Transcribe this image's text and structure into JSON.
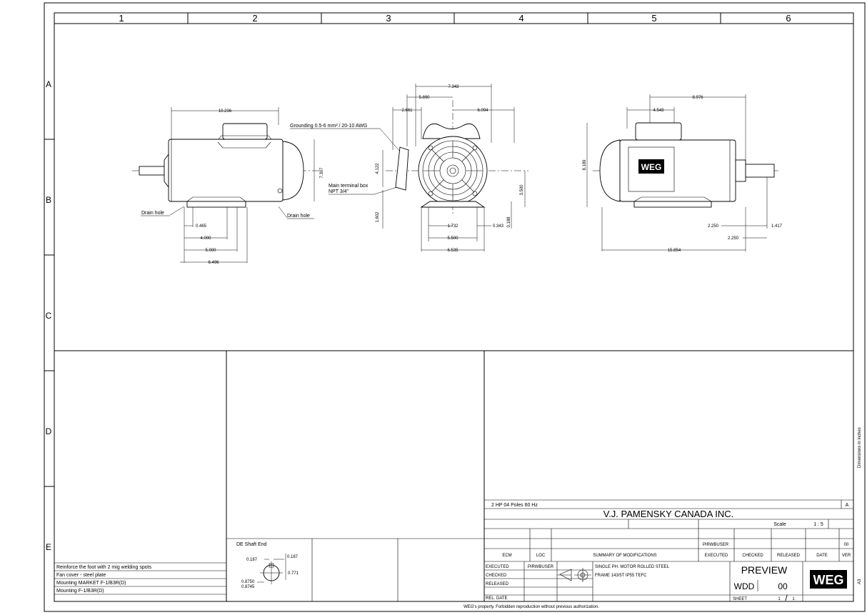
{
  "grid": {
    "columns": [
      "1",
      "2",
      "3",
      "4",
      "5",
      "6"
    ],
    "rows": [
      "A",
      "B",
      "C",
      "D",
      "E"
    ]
  },
  "side_notes": {
    "units": "Dimensions in inches",
    "size": "A3"
  },
  "left_view": {
    "dims": [
      "10.236",
      "7.307",
      "0.465",
      "4.000",
      "5.000",
      "6.496"
    ],
    "drain_left": "Drain hole",
    "drain_right": "Drain hole"
  },
  "front_view": {
    "dims": [
      "7.343",
      "5.890",
      "2.661",
      "6.094",
      "4.122",
      "3.500",
      "1.602",
      "1.732",
      "0.343",
      "0.188",
      "5.500",
      "6.535"
    ],
    "grounding": "Grounding 0.5-6 mm² / 20-10 AWG",
    "terminal_box_line1": "Main terminal box",
    "terminal_box_line2": "NPT 3/4\""
  },
  "right_view": {
    "dims": [
      "8.976",
      "4.543",
      "8.189",
      "2.250",
      "1.417",
      "2.250",
      "15.854"
    ],
    "logo": "WEG"
  },
  "notes": [
    "Reinforce the foot with 2 mig welding spots",
    "Fan cover - steel plate",
    "Mounting MARKET F-1/B3R(D)",
    "Mounting F-1/B3R(D)"
  ],
  "shaft": {
    "title": "DE Shaft End",
    "dims": [
      "0.187",
      "0.187",
      "0.771",
      "0.8750",
      "0.8745"
    ]
  },
  "title_block": {
    "description": "2 HP   04 Poles   60 Hz",
    "revision_letter": "A",
    "company": "V.J. PAMENSKY CANADA INC.",
    "scale_label": "Scale",
    "scale_value": "1 : 5",
    "executed_name": "PIRWBUSER",
    "version": "00",
    "headers": [
      "ECM",
      "LOC",
      "SUMMARY OF MODIFICATIONS",
      "EXECUTED",
      "CHECKED",
      "RELEASED",
      "DATE",
      "VER"
    ],
    "roles": [
      "EXECUTED",
      "CHECKED",
      "RELEASED",
      "REL. DATE"
    ],
    "roles_executed_by": "PIRWBUSER",
    "product_line1": "SINGLE PH. MOTOR  ROLLED STEEL",
    "product_line2": "FRAME 143/5T IP55 TEFC",
    "preview": "PREVIEW",
    "doc_code": "WDD",
    "doc_version": "00",
    "sheet_label": "SHEET",
    "sheet_current": "1",
    "sheet_sep": "/",
    "sheet_total": "1",
    "logo": "WEG"
  },
  "footer": "WEG's property. Forbidden reproduction without previous authorization."
}
